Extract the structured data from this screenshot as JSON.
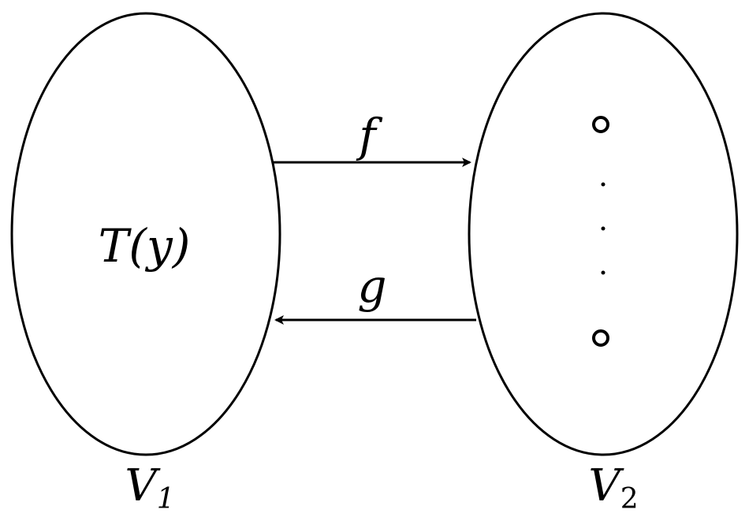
{
  "diagram": {
    "left_set": {
      "content": "T(y)",
      "label": "V",
      "label_subscript": "1"
    },
    "right_set": {
      "label": "V",
      "label_subscript": "2",
      "ellipsis": "⋮"
    },
    "arrows": {
      "forward_label": "f",
      "backward_label": "g"
    }
  }
}
